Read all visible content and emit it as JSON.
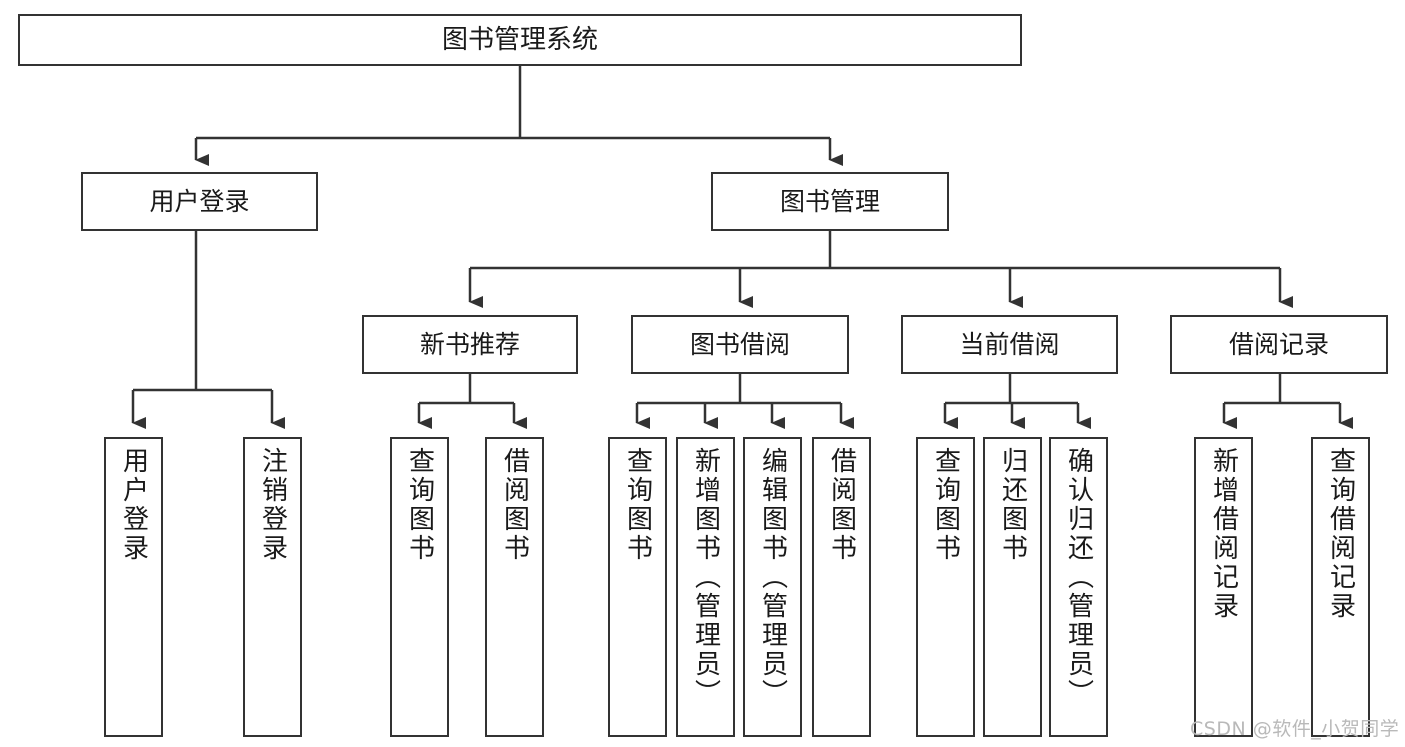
{
  "diagram": {
    "title": "图书管理系统",
    "type": "hierarchy-tree",
    "stroke_color": "#333333",
    "fill_color": "#ffffff",
    "text_color": "#1a1a1a",
    "root": {
      "id": "root",
      "label": "图书管理系统"
    },
    "level2": [
      {
        "id": "user-login",
        "label": "用户登录"
      },
      {
        "id": "book-manage",
        "label": "图书管理"
      }
    ],
    "level3": [
      {
        "id": "new-book-rec",
        "label": "新书推荐",
        "parent": "book-manage"
      },
      {
        "id": "book-borrow",
        "label": "图书借阅",
        "parent": "book-manage"
      },
      {
        "id": "current-borrow",
        "label": "当前借阅",
        "parent": "book-manage"
      },
      {
        "id": "borrow-record",
        "label": "借阅记录",
        "parent": "book-manage"
      }
    ],
    "leaves": {
      "user-login": [
        {
          "id": "leaf-user-login",
          "label": "用户登录"
        },
        {
          "id": "leaf-user-logout",
          "label": "注销登录"
        }
      ],
      "new-book-rec": [
        {
          "id": "leaf-query-book-1",
          "label": "查询图书"
        },
        {
          "id": "leaf-borrow-book-1",
          "label": "借阅图书"
        }
      ],
      "book-borrow": [
        {
          "id": "leaf-query-book-2",
          "label": "查询图书"
        },
        {
          "id": "leaf-add-book",
          "label": "新增图书（管理员）"
        },
        {
          "id": "leaf-edit-book",
          "label": "编辑图书（管理员）"
        },
        {
          "id": "leaf-borrow-book-2",
          "label": "借阅图书"
        }
      ],
      "current-borrow": [
        {
          "id": "leaf-query-book-3",
          "label": "查询图书"
        },
        {
          "id": "leaf-return-book",
          "label": "归还图书"
        },
        {
          "id": "leaf-confirm-return",
          "label": "确认归还（管理员）"
        }
      ],
      "borrow-record": [
        {
          "id": "leaf-add-record",
          "label": "新增借阅记录"
        },
        {
          "id": "leaf-query-record",
          "label": "查询借阅记录"
        }
      ]
    }
  },
  "watermark": {
    "text": "CSDN @软件_小贺同学"
  }
}
